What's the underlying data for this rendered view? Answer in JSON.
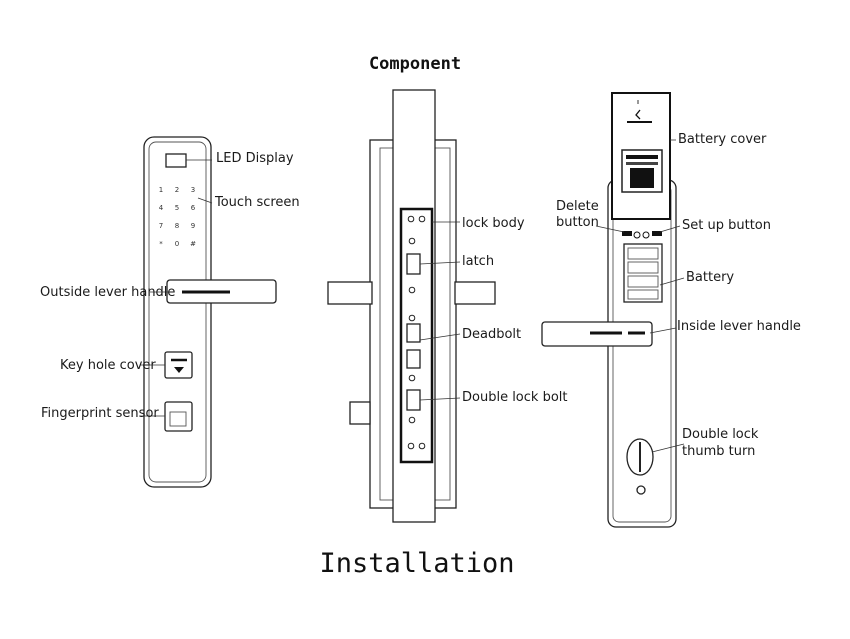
{
  "title": "Component",
  "footer": "Installation",
  "outside_panel": {
    "led_display": "LED Display",
    "touch_screen": "Touch screen",
    "outside_lever_handle": "Outside lever handle",
    "key_hole_cover": "Key hole cover",
    "fingerprint_sensor": "Fingerprint sensor",
    "keypad_keys": [
      "1",
      "2",
      "3",
      "4",
      "5",
      "6",
      "7",
      "8",
      "9",
      "*",
      "0",
      "#"
    ]
  },
  "side_view": {
    "lock_body": "lock body",
    "latch": "latch",
    "deadbolt": "Deadbolt",
    "double_lock_bolt": "Double lock bolt"
  },
  "inside_panel": {
    "battery_cover": "Battery cover",
    "delete_button_line1": "Delete",
    "delete_button_line2": "button",
    "set_up_button": "Set up button",
    "battery": "Battery",
    "inside_lever_handle": "Inside lever handle",
    "thumb_turn_line1": "Double lock",
    "thumb_turn_line2": "thumb turn"
  }
}
